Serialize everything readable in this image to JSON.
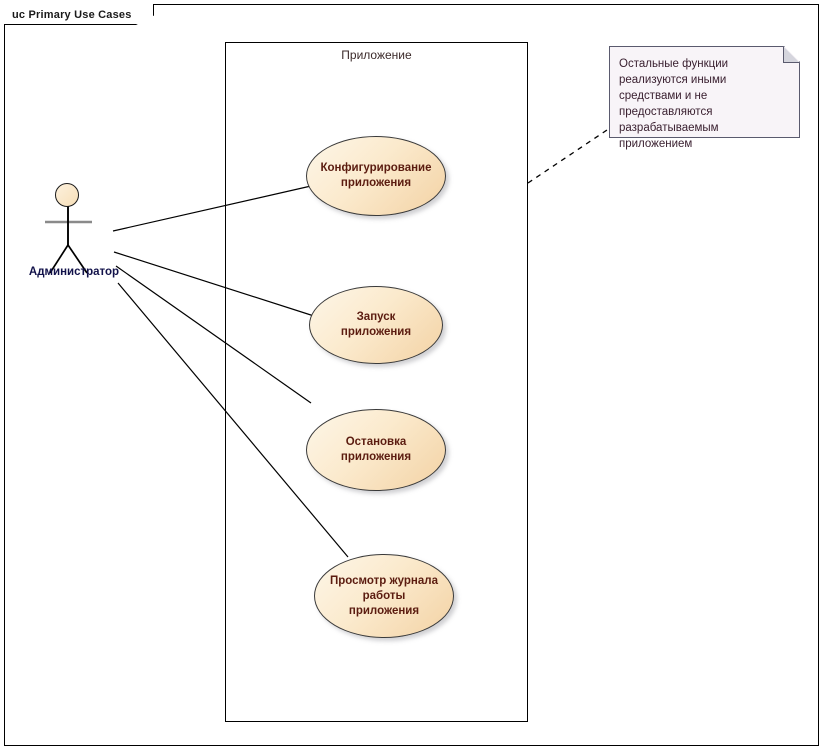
{
  "frame": {
    "tab_label": "uc Primary Use Cases"
  },
  "boundary": {
    "label": "Приложение"
  },
  "actor": {
    "label": "Администратор",
    "icon": "stick-figure-actor-icon"
  },
  "use_cases": [
    {
      "id": "configure",
      "label": "Конфигурирование приложения"
    },
    {
      "id": "start",
      "label": "Запуск приложения"
    },
    {
      "id": "stop",
      "label": "Остановка приложения"
    },
    {
      "id": "viewlog",
      "label": "Просмотр журнала работы приложения"
    }
  ],
  "note": {
    "text": "Остальные функции реализуются иными средствами и не предоставляются разрабатываемым приложением"
  },
  "colors": {
    "usecase_fill_light": "#fdf6e8",
    "usecase_fill_dark": "#f3d2a4",
    "usecase_text": "#5b1c10",
    "actor_text": "#12124a",
    "note_fill": "#f8f4f8",
    "note_text": "#3a2030",
    "line": "#000000"
  }
}
